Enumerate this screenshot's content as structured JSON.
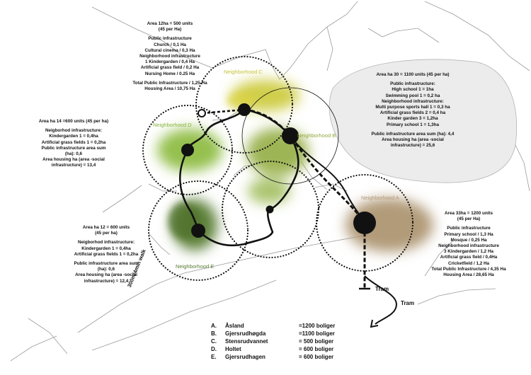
{
  "info_blocks": {
    "church_block": {
      "lines": [
        "Area 12ha = 500 units",
        "(45 per Ha)",
        "",
        "Public infrastructure",
        "Church / 0,1 Ha",
        "Cultural cinema / 0,3 Ha",
        "Neighborhood infrastructure",
        "1 Kindergarden / 0,4 Ha",
        "Artificial grass field / 0,2 Ha",
        "Nursing Home / 0.25 Ha",
        "",
        "Total Public Infrastructure / 1,25 Ha",
        "Housing Area / 10,75 Ha"
      ]
    },
    "school_block": {
      "lines": [
        "Area ha 30 = 1100 units (45 per ha)",
        "",
        "Public infrastructure:",
        "High school 1 = 1ha",
        "Swimming pool 1 = 0,2 ha",
        "Neighborhood infrastructure:",
        "Multi purpose sports hall 1 = 0,3 ha",
        "Artificial grass fields 2 = 0,4 ha",
        "Kinder garden 3 = 1,2ha",
        "Primary school 1 = 1,3ha",
        "",
        "Public infrastructure area sum (ha): 4,4",
        "Area housing ha (area -social",
        "infrastructure) = 25,6"
      ]
    },
    "holtet_block": {
      "lines": [
        "Area ha 14 =600 units (45 per ha)",
        "",
        "Neigborhod infrastructure:",
        "Kindergarden 1 = 0,4ha",
        "Artificial grass fields 1 = 0,2ha",
        "Public infrastructure area sum",
        "(ha): 0,6",
        "Area housing ha (area -social",
        "infrastructure) = 13,4"
      ]
    },
    "gjersrudhagen_block": {
      "lines": [
        "Area ha 12 = 600 units",
        "(45 per ha)",
        "",
        "Neigborhod infrastructure:",
        "Kindergarden 1 = 0,4ha",
        "Artificial grass fields 1 = 0,2ha",
        "",
        "Public infrastructure area sum",
        "(ha): 0,6",
        "Area housing ha (area -social",
        "infrastructure) = 12,4"
      ]
    },
    "asland_block": {
      "lines": [
        "Area 33ha = 1200 units",
        "(45 per Ha)",
        "",
        "Public infrastructure",
        "Primary school / 1,3 Ha",
        "Mosque / 0,25 Ha",
        "Neighborhood infrastructure",
        "3 Kindergarden / 1,2 Ha",
        "Artificial grass field / 0,4Ha",
        "Cricketfield / 1,2 Ha",
        "Total Public Infrastructure / 4,35 Ha",
        "Housing Area / 28,65 Ha"
      ]
    }
  },
  "neighborhoods": {
    "a": {
      "label": "Neighborhood A",
      "color": "#b49a78"
    },
    "b": {
      "label": "Neighborhood B",
      "color": "#8faa3c"
    },
    "c": {
      "label": "Neighborhood C",
      "color": "#c7c23a"
    },
    "d": {
      "label": "Neighborhood D",
      "color": "#86b43a"
    },
    "e": {
      "label": "Neighborhood E",
      "color": "#557a30"
    }
  },
  "walk_label": "300m/4min walk",
  "tram_labels": {
    "end": "Tram",
    "arrow": "Tram"
  },
  "legend": [
    {
      "key": "A.",
      "name": "Åsland",
      "value": "=1200 boliger"
    },
    {
      "key": "B.",
      "name": "Gjersrudhøgda",
      "value": "=1100 boliger"
    },
    {
      "key": "C.",
      "name": "Stensrudvannet",
      "value": "= 500 boliger"
    },
    {
      "key": "D.",
      "name": "Holtet",
      "value": "= 600 boliger"
    },
    {
      "key": "E.",
      "name": "Gjersrudhagen",
      "value": "= 600 boliger"
    }
  ]
}
